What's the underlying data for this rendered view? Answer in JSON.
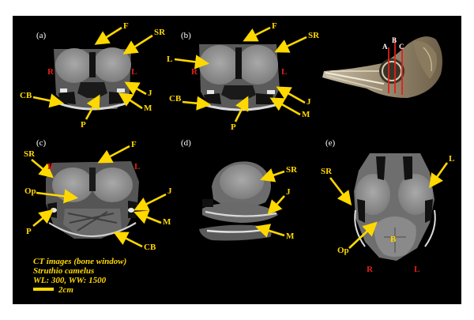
{
  "panels": {
    "a": "(a)",
    "b": "(b)",
    "c": "(c)",
    "d": "(d)",
    "e": "(e)"
  },
  "labels": {
    "F": "F",
    "SR": "SR",
    "R": "R",
    "L": "L",
    "J": "J",
    "M": "M",
    "P": "P",
    "CB": "CB",
    "Op": "Op",
    "B": "B",
    "A": "A",
    "C": "C"
  },
  "caption": {
    "line1": "CT images (bone window)",
    "line2": "Struthio camelus",
    "line3": "WL: 300, WW: 1500",
    "scale": "2cm"
  },
  "colors": {
    "label_yellow": "#ffd800",
    "label_red": "#e0201a",
    "background": "#000000"
  }
}
